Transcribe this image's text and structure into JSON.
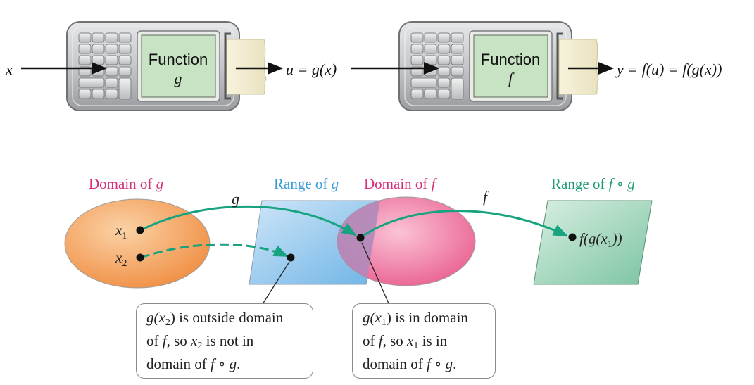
{
  "machines": [
    {
      "input_label": "x",
      "title": "Function",
      "func": "g",
      "output_label": "u = g(x)"
    },
    {
      "title": "Function",
      "func": "f",
      "output_label": "y = f(u) = f(g(x))"
    }
  ],
  "diagram": {
    "domain_g": {
      "prefix": "Domain of ",
      "var": "g"
    },
    "range_g": {
      "prefix": "Range of ",
      "var": "g"
    },
    "domain_f": {
      "prefix": "Domain of ",
      "var": "f"
    },
    "range_fg": {
      "prefix": "Range of ",
      "var": "f ∘ g"
    },
    "arrow_g_label": "g",
    "arrow_f_label": "f",
    "x1": "x",
    "x1_sub": "1",
    "x2": "x",
    "x2_sub": "2",
    "result": {
      "pre": "f(g(x",
      "sub": "1",
      "post": "))"
    }
  },
  "callouts": {
    "left": {
      "l1_a": "g(x",
      "l1_sub": "2",
      "l1_b": ") is outside domain",
      "l2_a": "of ",
      "l2_f": "f",
      "l2_b": ", so ",
      "l2_x": "x",
      "l2_sub": "2",
      "l2_c": " is not in",
      "l3_a": "domain of ",
      "l3_fg": "f ∘ g",
      "l3_b": "."
    },
    "right": {
      "l1_a": "g(x",
      "l1_sub": "1",
      "l1_b": ") is in domain",
      "l2_a": "of ",
      "l2_f": "f",
      "l2_b": ", so ",
      "l2_x": "x",
      "l2_sub": "1",
      "l2_c": " is in",
      "l3_a": "domain of ",
      "l3_fg": "f ∘ g",
      "l3_b": "."
    }
  },
  "colors": {
    "teal": "#17a37f",
    "pink_label": "#d6307a",
    "blue_label": "#3a9ad9",
    "teal_label": "#1f9a77",
    "orange_fill": "#f4a15d",
    "blue_fill": "#8fc6ee",
    "pink_fill": "#ee7aa3",
    "overlap_fill": "#b088b8",
    "green_fill": "#a8d8bf"
  }
}
